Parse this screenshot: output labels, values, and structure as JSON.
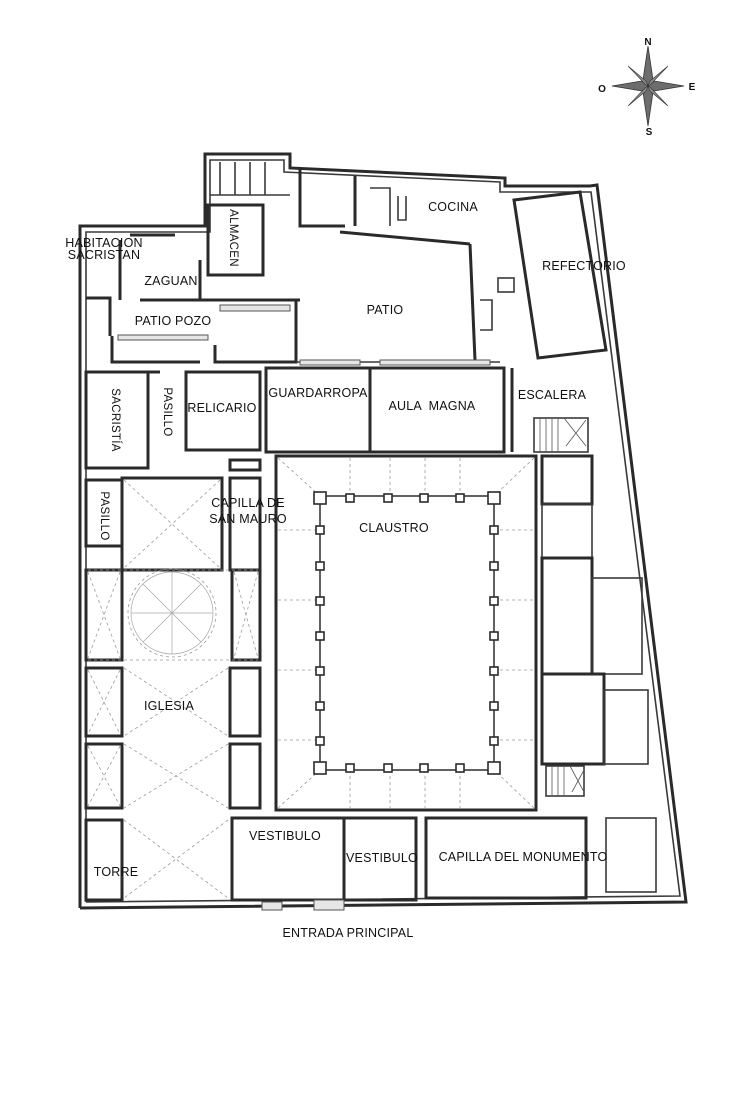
{
  "compass": {
    "north": "N",
    "south": "S",
    "east": "E",
    "west": "O"
  },
  "rooms": {
    "habitacion_sacristan_1": "HABITACION",
    "habitacion_sacristan_2": "SACRISTAN",
    "zaguan": "ZAGUAN",
    "almacen": "ALMACEN",
    "cocina": "COCINA",
    "refectorio": "REFECTORIO",
    "patio_pozo": "PATIO POZO",
    "patio": "PATIO",
    "sacristia": "SACRISTÍA",
    "pasillo_upper": "PASILLO",
    "relicario": "RELICARIO",
    "guardarropa": "GUARDARROPA",
    "aula_magna": "AULA  MAGNA",
    "escalera": "ESCALERA",
    "pasillo_lower": "PASILLO",
    "capilla_san_mauro_1": "CAPILLA DE",
    "capilla_san_mauro_2": "SAN MAURO",
    "claustro": "CLAUSTRO",
    "iglesia": "IGLESIA",
    "torre": "TORRE",
    "vestibulo_left": "VESTIBULO",
    "vestibulo_right": "VESTIBULO",
    "capilla_monumento": "CAPILLA DEL MONUMENTO"
  },
  "entrance_label": "ENTRADA PRINCIPAL"
}
